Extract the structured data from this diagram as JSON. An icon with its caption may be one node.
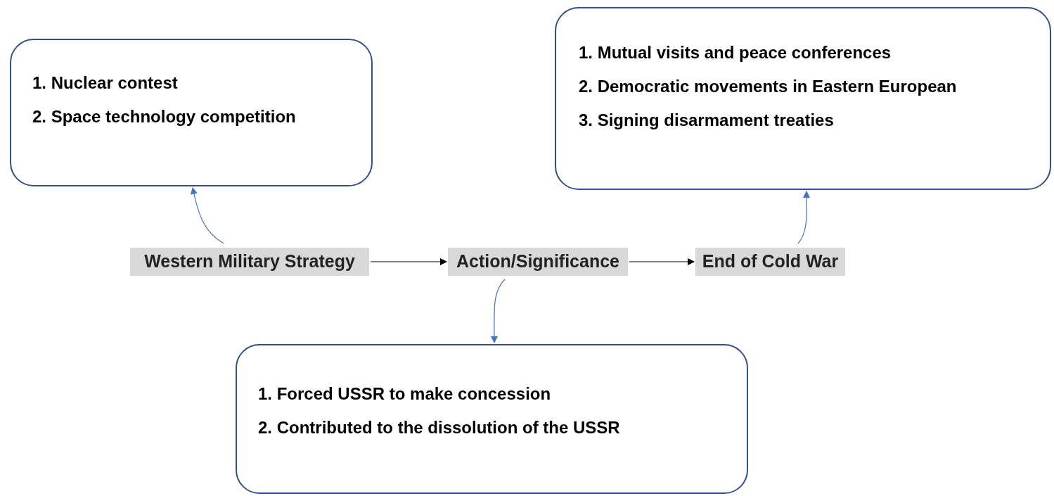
{
  "diagram": {
    "nodes": [
      {
        "text": [
          "1. Nuclear contest",
          "2. Space technology competition"
        ]
      },
      {
        "text": [
          "1. Mutual visits and peace conferences",
          "2. Democratic movements in Eastern European",
          "3. Signing disarmament treaties"
        ]
      },
      {
        "text": [
          "Western Military Strategy"
        ]
      },
      {
        "text": [
          "Action/Significance"
        ]
      },
      {
        "text": [
          "End of Cold War"
        ]
      },
      {
        "text": [
          "1. Forced USSR to make concession",
          "2. Contributed to the dissolution of the USSR"
        ]
      }
    ],
    "edges": [
      {
        "from": 2,
        "to": 0,
        "arrow": "to",
        "color": "#4472c4"
      },
      {
        "from": 2,
        "to": 3,
        "arrow": "to",
        "color": "#000000"
      },
      {
        "from": 3,
        "to": 4,
        "arrow": "to",
        "color": "#000000"
      },
      {
        "from": 3,
        "to": 5,
        "arrow": "to",
        "color": "#4472c4"
      },
      {
        "from": 4,
        "to": 1,
        "arrow": "to",
        "color": "#4472c4"
      }
    ]
  }
}
